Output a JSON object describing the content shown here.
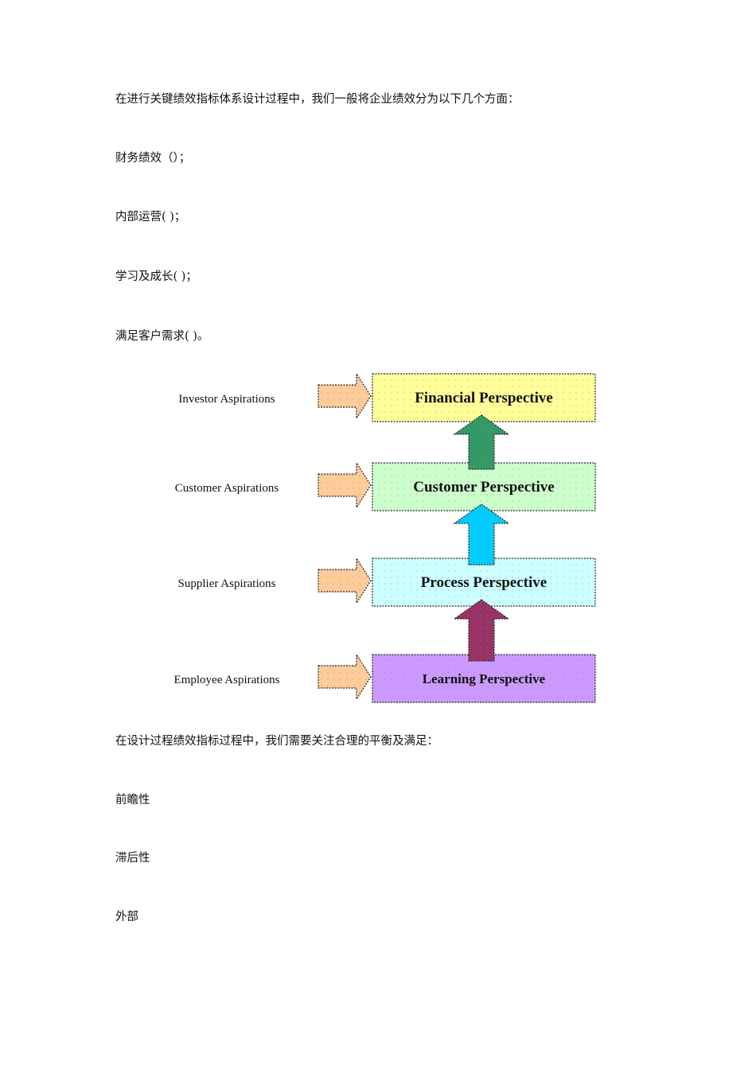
{
  "paragraphs": {
    "intro": "在进行关键绩效指标体系设计过程中，我们一般将企业绩效分为以下几个方面：",
    "item1": "财务绩效（）；",
    "item2": "内部运营(   )；",
    "item3": "学习及成长(   )；",
    "item4": "满足客户需求(    )。",
    "balance": "在设计过程绩效指标过程中，我们需要关注合理的平衡及满足：",
    "b1": "前瞻性",
    "b2": "滞后性",
    "b3": "外部"
  },
  "diagram": {
    "rows": [
      {
        "aspiration": "Investor Aspirations",
        "perspective": "Financial Perspective",
        "color": "#ffff99"
      },
      {
        "aspiration": "Customer Aspirations",
        "perspective": "Customer Perspective",
        "color": "#ccffcc"
      },
      {
        "aspiration": "Supplier Aspirations",
        "perspective": "Process Perspective",
        "color": "#ccffff"
      },
      {
        "aspiration": "Employee Aspirations",
        "perspective": "Learning Perspective",
        "color": "#cc99ff"
      }
    ],
    "side_arrow_color": "#ffcc99",
    "up_arrow_colors": [
      "#339966",
      "#00ccff",
      "#993366"
    ]
  }
}
